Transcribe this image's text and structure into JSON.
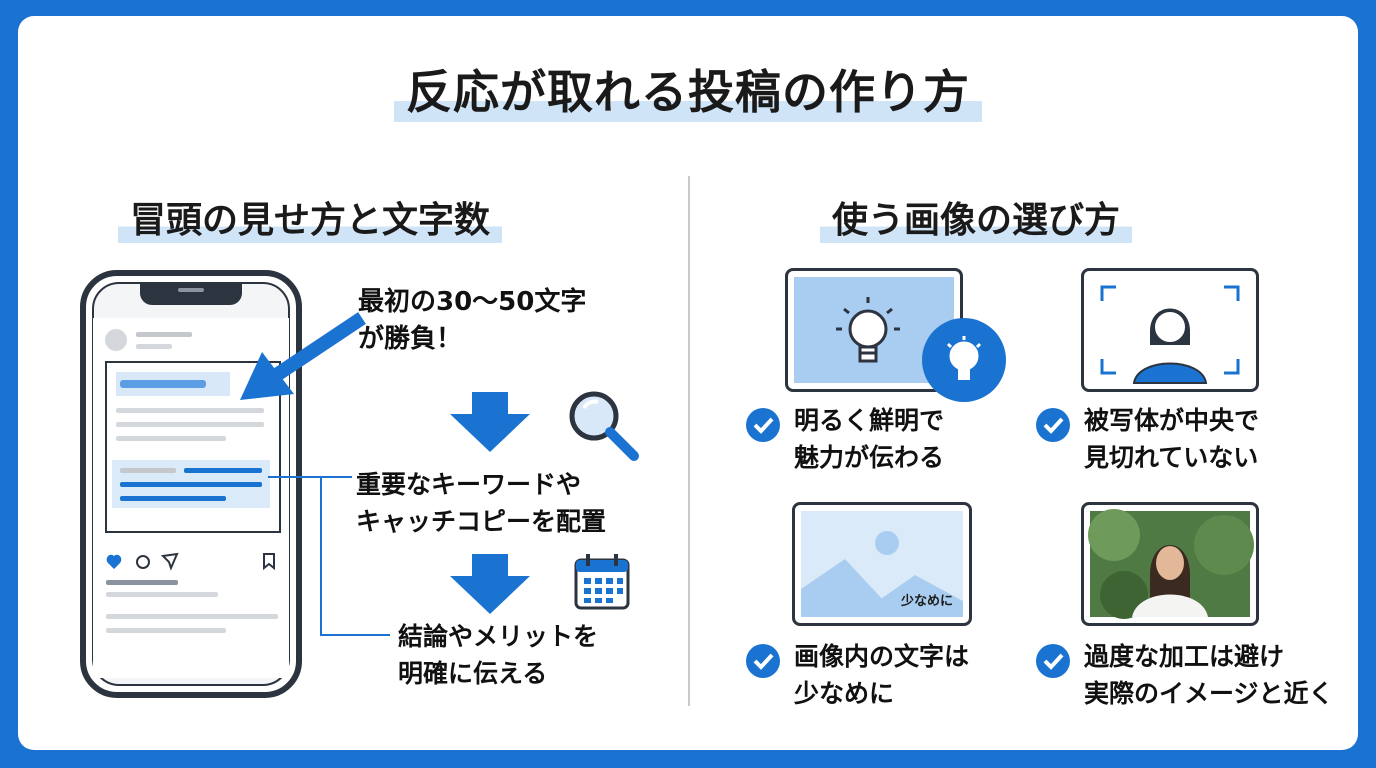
{
  "title": "反応が取れる投稿の作り方",
  "left": {
    "heading": "冒頭の見せ方と文字数",
    "callout1_line1": "最初の30〜50文字",
    "callout1_line2": "が勝負！",
    "callout2_line1": "重要なキーワードや",
    "callout2_line2": "キャッチコピーを配置",
    "callout3_line1": "結論やメリットを",
    "callout3_line2": "明確に伝える"
  },
  "right": {
    "heading": "使う画像の選び方",
    "items": [
      {
        "line1": "明るく鮮明で",
        "line2": "魅力が伝わる",
        "icon": "lightbulb-icon"
      },
      {
        "line1": "被写体が中央で",
        "line2": "見切れていない",
        "icon": "person-icon"
      },
      {
        "line1": "画像内の文字は",
        "line2": "少なめに",
        "icon": "landscape-icon",
        "inner_text": "少なめに"
      },
      {
        "line1": "過度な加工は避け",
        "line2": "実際のイメージと近く",
        "icon": "portrait-photo"
      }
    ]
  },
  "colors": {
    "accent": "#1a73d1",
    "highlight": "#cfe4f7",
    "light_blue": "#a9cdf0",
    "dark": "#2c3440"
  }
}
